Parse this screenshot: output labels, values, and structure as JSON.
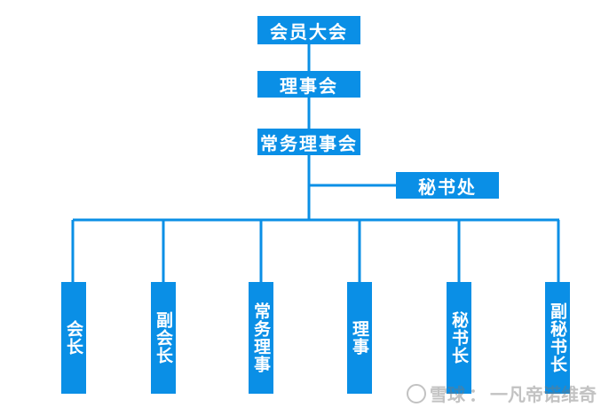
{
  "top": [
    "会员大会",
    "理事会",
    "常务理事会"
  ],
  "side": "秘书处",
  "bottom": [
    "会长",
    "副会长",
    "常务理事",
    "理事",
    "秘书长",
    "副秘书长"
  ],
  "watermark": {
    "brand": "雪球",
    "separator": "：",
    "author": "一凡帝诺维奇"
  },
  "colors": {
    "box": "#0a8fe6",
    "line": "#0a8fe6"
  }
}
